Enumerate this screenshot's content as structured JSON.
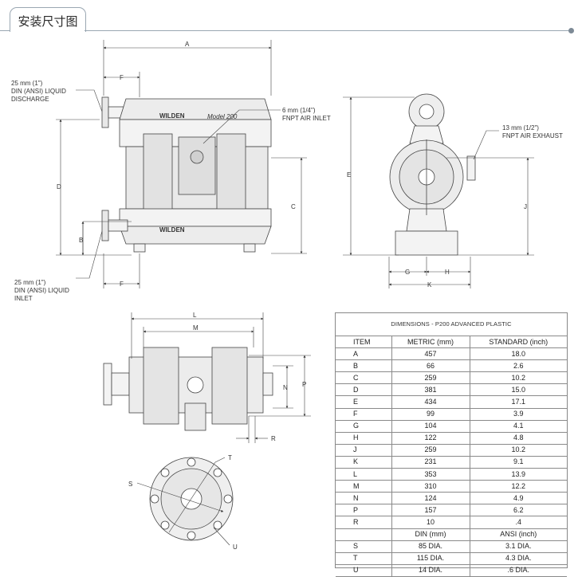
{
  "header": {
    "title": "安装尺寸图"
  },
  "drawing": {
    "brand": "WILDEN",
    "model": "Model 200",
    "callouts": {
      "discharge": [
        "25 mm (1\")",
        "DIN (ANSI) LIQUID",
        "DISCHARGE"
      ],
      "air_inlet": [
        "6 mm (1/4\")",
        "FNPT AIR INLET"
      ],
      "inlet": [
        "25 mm (1\")",
        "DIN (ANSI) LIQUID",
        "INLET"
      ],
      "air_exhaust": [
        "13 mm (1/2\")",
        "FNPT AIR EXHAUST"
      ]
    },
    "dims": {
      "A": "A",
      "B": "B",
      "C": "C",
      "D": "D",
      "E": "E",
      "F": "F",
      "G": "G",
      "H": "H",
      "J": "J",
      "K": "K",
      "L": "L",
      "M": "M",
      "N": "N",
      "P": "P",
      "R": "R",
      "S": "S",
      "T": "T",
      "U": "U"
    }
  },
  "table": {
    "caption": "DIMENSIONS - P200 ADVANCED  PLASTIC",
    "headers": [
      "ITEM",
      "METRIC (mm)",
      "STANDARD (inch)"
    ],
    "rows": [
      [
        "A",
        "457",
        "18.0"
      ],
      [
        "B",
        "66",
        "2.6"
      ],
      [
        "C",
        "259",
        "10.2"
      ],
      [
        "D",
        "381",
        "15.0"
      ],
      [
        "E",
        "434",
        "17.1"
      ],
      [
        "F",
        "99",
        "3.9"
      ],
      [
        "G",
        "104",
        "4.1"
      ],
      [
        "H",
        "122",
        "4.8"
      ],
      [
        "J",
        "259",
        "10.2"
      ],
      [
        "K",
        "231",
        "9.1"
      ],
      [
        "L",
        "353",
        "13.9"
      ],
      [
        "M",
        "310",
        "12.2"
      ],
      [
        "N",
        "124",
        "4.9"
      ],
      [
        "P",
        "157",
        "6.2"
      ],
      [
        "R",
        "10",
        ".4"
      ]
    ],
    "subheaders": [
      "",
      "DIN (mm)",
      "ANSI (inch)"
    ],
    "rows2": [
      [
        "S",
        "85 DIA.",
        "3.1 DIA."
      ],
      [
        "T",
        "115 DIA.",
        "4.3 DIA."
      ],
      [
        "U",
        "14 DIA.",
        ".6 DIA."
      ]
    ]
  }
}
